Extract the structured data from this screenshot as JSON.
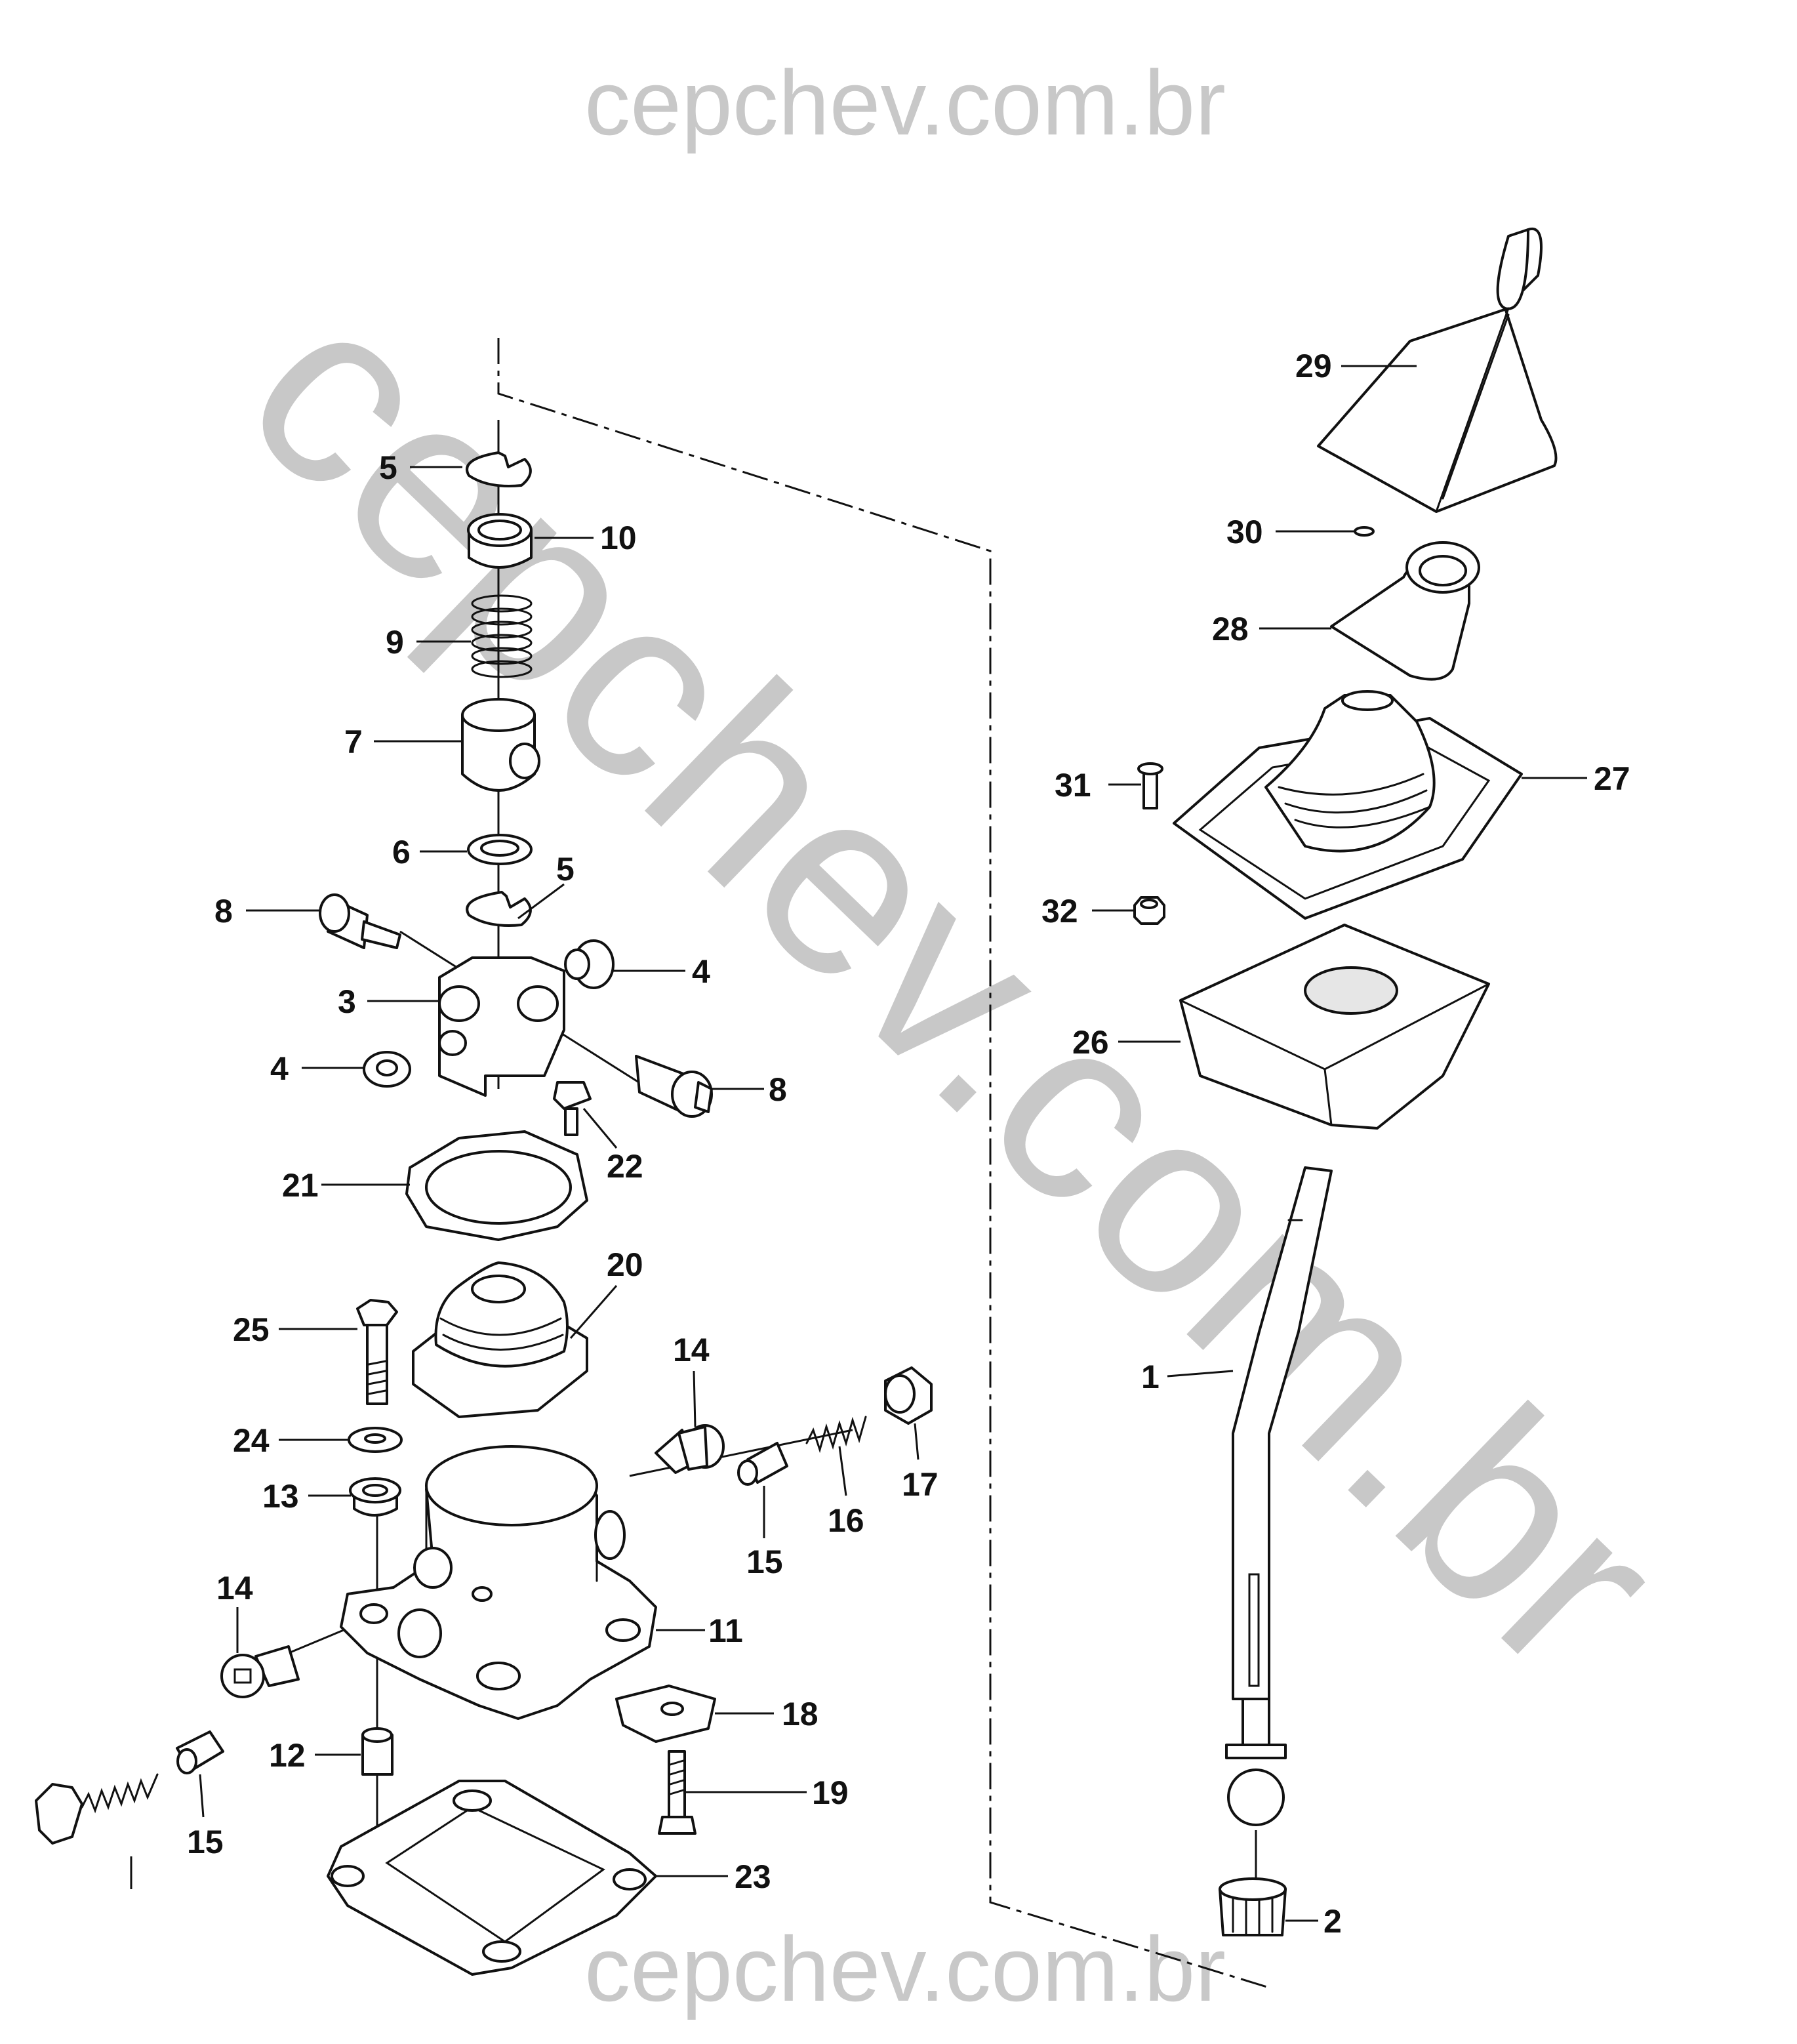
{
  "watermark": {
    "top": "cepchev.com.br",
    "bottom": "cepchev.com.br",
    "diagonal": "cepchev.com.br",
    "color": "#c8c8c8"
  },
  "callouts": [
    {
      "id": "c29",
      "label": "29"
    },
    {
      "id": "c5a",
      "label": "5"
    },
    {
      "id": "c10",
      "label": "10"
    },
    {
      "id": "c30",
      "label": "30"
    },
    {
      "id": "c9",
      "label": "9"
    },
    {
      "id": "c28",
      "label": "28"
    },
    {
      "id": "c7",
      "label": "7"
    },
    {
      "id": "c31",
      "label": "31"
    },
    {
      "id": "c27",
      "label": "27"
    },
    {
      "id": "c6",
      "label": "6"
    },
    {
      "id": "c5b",
      "label": "5"
    },
    {
      "id": "c8a",
      "label": "8"
    },
    {
      "id": "c32",
      "label": "32"
    },
    {
      "id": "c4a",
      "label": "4"
    },
    {
      "id": "c3",
      "label": "3"
    },
    {
      "id": "c26",
      "label": "26"
    },
    {
      "id": "c4b",
      "label": "4"
    },
    {
      "id": "c8b",
      "label": "8"
    },
    {
      "id": "c22",
      "label": "22"
    },
    {
      "id": "c21",
      "label": "21"
    },
    {
      "id": "c20",
      "label": "20"
    },
    {
      "id": "c25",
      "label": "25"
    },
    {
      "id": "c14a",
      "label": "14"
    },
    {
      "id": "c1",
      "label": "1"
    },
    {
      "id": "c24",
      "label": "24"
    },
    {
      "id": "c17",
      "label": "17"
    },
    {
      "id": "c13",
      "label": "13"
    },
    {
      "id": "c16",
      "label": "16"
    },
    {
      "id": "c15a",
      "label": "15"
    },
    {
      "id": "c14b",
      "label": "14"
    },
    {
      "id": "c11",
      "label": "11"
    },
    {
      "id": "c18",
      "label": "18"
    },
    {
      "id": "c12",
      "label": "12"
    },
    {
      "id": "c19",
      "label": "19"
    },
    {
      "id": "c15b",
      "label": "15"
    },
    {
      "id": "c23",
      "label": "23"
    },
    {
      "id": "c2",
      "label": "2"
    }
  ]
}
